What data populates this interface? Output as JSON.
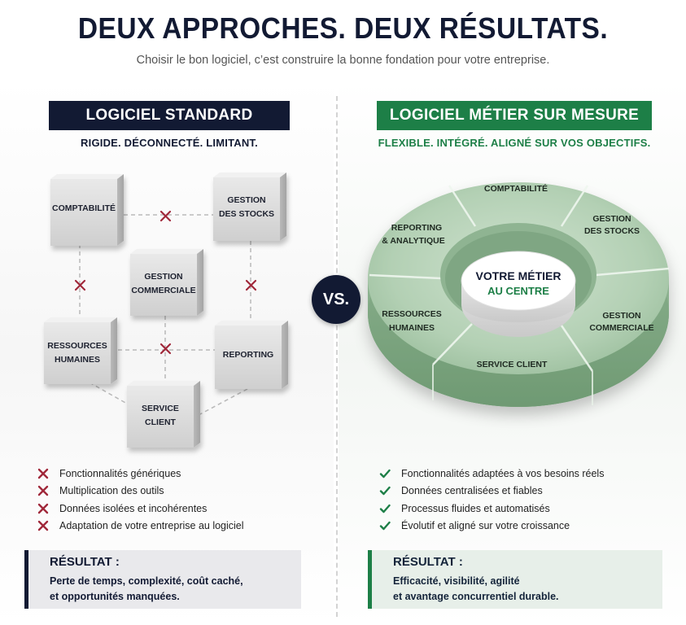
{
  "title": "DEUX APPROCHES. DEUX RÉSULTATS.",
  "subtitle": "Choisir le bon logiciel, c’est construire la bonne fondation pour votre entreprise.",
  "vs_label": "VS.",
  "left": {
    "header": "LOGICIEL STANDARD",
    "tagline": "RIGIDE. DÉCONNECTÉ. LIMITANT.",
    "blocks": {
      "comptabilite": "COMPTABILITÉ",
      "stocks": [
        "GESTION",
        "DES STOCKS"
      ],
      "commerciale": [
        "GESTION",
        "COMMERCIALE"
      ],
      "rh": [
        "RESSOURCES",
        "HUMAINES"
      ],
      "reporting": "REPORTING",
      "service": [
        "SERVICE",
        "CLIENT"
      ]
    },
    "items": [
      "Fonctionnalités génériques",
      "Multiplication des outils",
      "Données isolées et incohérentes",
      "Adaptation de votre entreprise au logiciel"
    ],
    "result_title": "RÉSULTAT :",
    "result_lines": [
      "Perte de temps, complexité, coût caché,",
      "et opportunités manquées."
    ]
  },
  "right": {
    "header": "LOGICIEL MÉTIER SUR MESURE",
    "tagline": "FLEXIBLE. INTÉGRÉ. ALIGNÉ SUR VOS OBJECTIFS.",
    "center": [
      "VOTRE MÉTIER",
      "AU CENTRE"
    ],
    "segments": {
      "comptabilite": "COMPTABILITÉ",
      "stocks": [
        "GESTION",
        "DES STOCKS"
      ],
      "commerciale": [
        "GESTION",
        "COMMERCIALE"
      ],
      "service": "SERVICE CLIENT",
      "rh": [
        "RESSOURCES",
        "HUMAINES"
      ],
      "reporting": [
        "REPORTING",
        "& ANALYTIQUE"
      ]
    },
    "items": [
      "Fonctionnalités adaptées à vos besoins réels",
      "Données centralisées et fiables",
      "Processus fluides et automatisés",
      "Évolutif et aligné sur votre croissance"
    ],
    "result_title": "RÉSULTAT :",
    "result_lines": [
      "Efficacité, visibilité, agilité",
      "et avantage concurrentiel durable."
    ]
  },
  "colors": {
    "navy": "#121a33",
    "green": "#1d7f47",
    "red_x": "#a0283a",
    "ring_green": "#a9c8ab",
    "concrete": "#d9d9d9"
  }
}
